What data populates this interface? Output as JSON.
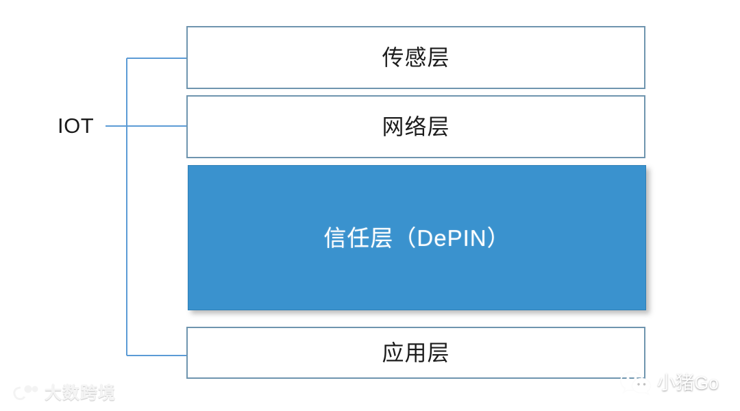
{
  "diagram": {
    "type": "bracket-hierarchy",
    "root": {
      "label": "IOT",
      "name": "iot-root-label"
    },
    "layers": [
      {
        "id": "sensing",
        "label": "传感层",
        "style": "plain",
        "highlighted": false
      },
      {
        "id": "network",
        "label": "网络层",
        "style": "plain",
        "highlighted": false
      },
      {
        "id": "trust",
        "label": "信任层（DePIN）",
        "style": "highlight",
        "highlighted": true
      },
      {
        "id": "application",
        "label": "应用层",
        "style": "plain",
        "highlighted": false
      }
    ]
  },
  "colors": {
    "background": "#ffffff",
    "box_border": "#6e94ae",
    "box_fill": "#ffffff",
    "highlight_fill": "#3a92ce",
    "highlight_border": "#2f7fb5",
    "highlight_text": "#ffffff",
    "connector_line": "#5b9bd5",
    "label_text": "#1c1c1c"
  },
  "watermarks": {
    "bottom_left": {
      "mark": "( ",
      "text": "大数跨境"
    },
    "bottom_right": {
      "icon": "wechat-icon",
      "text": "小猪Go"
    }
  }
}
